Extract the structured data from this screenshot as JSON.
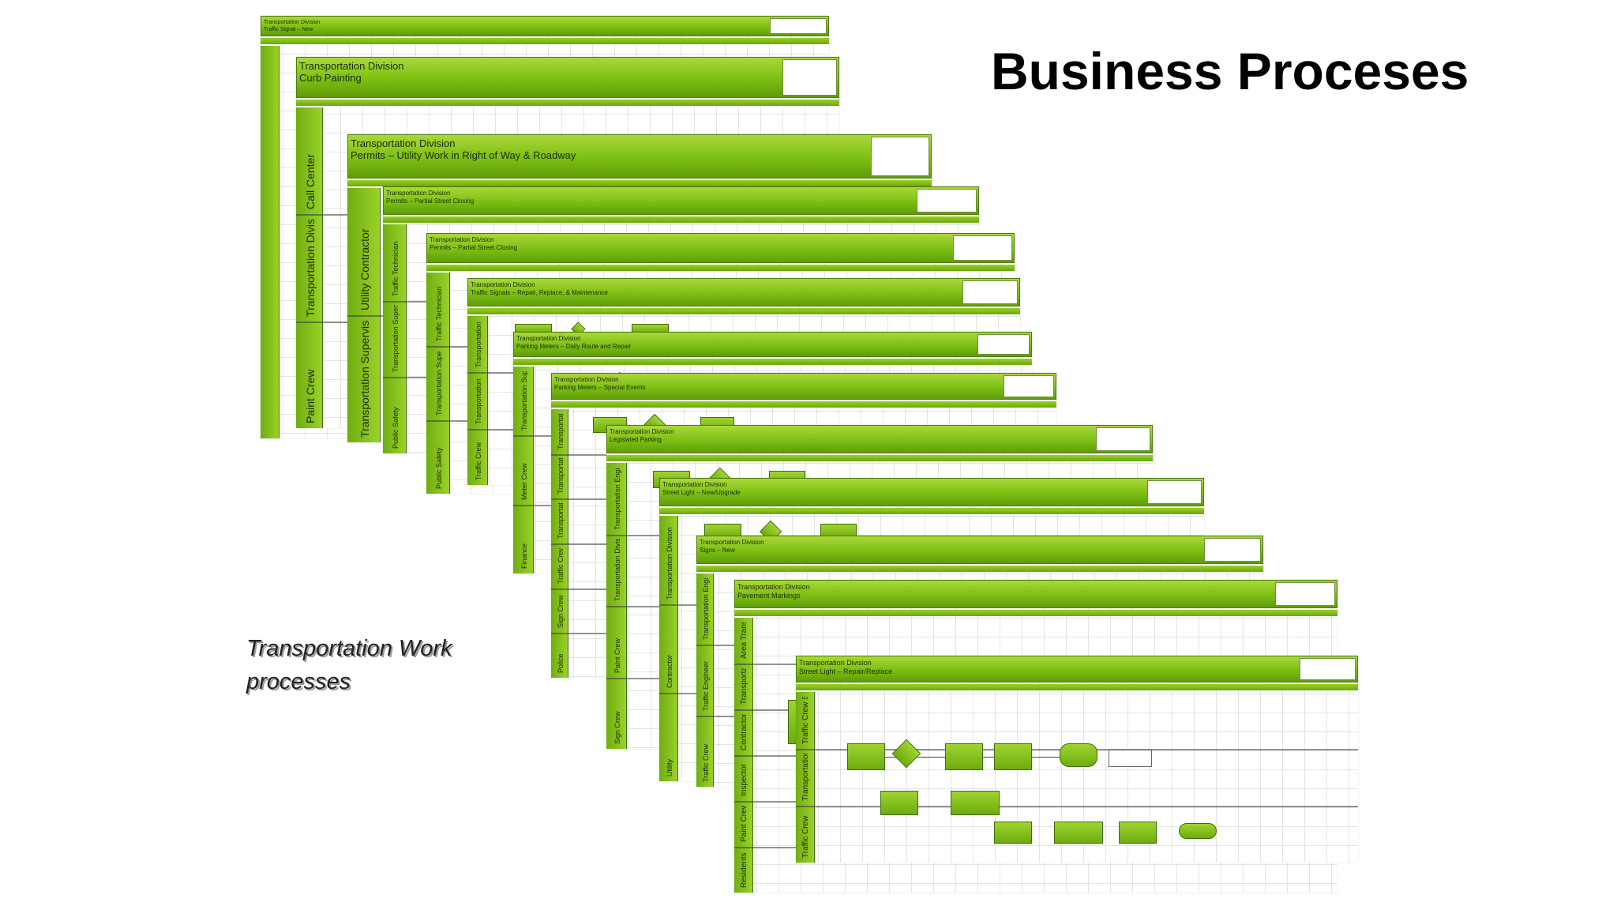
{
  "slide": {
    "title": "Business Proceses",
    "caption_line1": "Transportation Work",
    "caption_line2": "processes"
  },
  "colors": {
    "header_green": "#7cbf12",
    "lane_green": "#6fae10",
    "grid": "#d9d9d9"
  },
  "sheets": [
    {
      "title": "Transportation Division\nTraffic Signal – New",
      "lanes": []
    },
    {
      "title": "Transportation Division\nCurb Painting",
      "lanes": [
        "Call Center",
        "Transportation Division",
        "Paint Crew"
      ]
    },
    {
      "title": "Transportation Division\nPermits – Utility Work in Right of Way & Roadway",
      "lanes": [
        "Utility Contractor",
        "Transportation Supervisor"
      ]
    },
    {
      "title": "Transportation Division\nPermits – Partial Street Closing",
      "lanes": [
        "Traffic Technician",
        "Transportation Supervisor",
        "Public Safety"
      ]
    },
    {
      "title": "Transportation Division\nPermits – Partial Street Closing",
      "lanes": [
        "Traffic Technician",
        "Transportation Supervisor",
        "Public Safety"
      ]
    },
    {
      "title": "Transportation Division\nTraffic Signals – Repair, Replace, & Maintenance",
      "lanes": [
        "Transportation Division",
        "Transportation Engineer",
        "Traffic Crew"
      ]
    },
    {
      "title": "Transportation Division\nParking Meters – Daily Route and Repair",
      "lanes": [
        "Transportation Supervisor",
        "Meter Crew",
        "Finance"
      ]
    },
    {
      "title": "Transportation Division\nParking Meters – Special Events",
      "lanes": [
        "Transportation Supervisor",
        "Transportation Engineer",
        "Transportation Supervisor",
        "Traffic Crew",
        "Sign Crew",
        "Police"
      ]
    },
    {
      "title": "Transportation Division\nLegislated Parking",
      "lanes": [
        "Transportation Engineer",
        "Transportation Division",
        "Paint Crew",
        "Sign Crew"
      ]
    },
    {
      "title": "Transportation Division\nStreet Light – New/Upgrade",
      "lanes": [
        "Transportation Division",
        "Contractor",
        "Utility"
      ]
    },
    {
      "title": "Transportation Division\nSigns – New",
      "lanes": [
        "Transportation Engineer",
        "Traffic Engineer",
        "Traffic Crew"
      ]
    },
    {
      "title": "Transportation Division\nPavement Markings",
      "lanes": [
        "Area Transportation",
        "Transportation Division",
        "Contractor",
        "Inspector",
        "Paint Crew",
        "Residents"
      ]
    },
    {
      "title": "Transportation Division\nStreet Light – Repair/Replace",
      "lanes": [
        "Traffic Crew Supervisor",
        "Transportation Engineer",
        "Traffic Crew"
      ]
    }
  ]
}
